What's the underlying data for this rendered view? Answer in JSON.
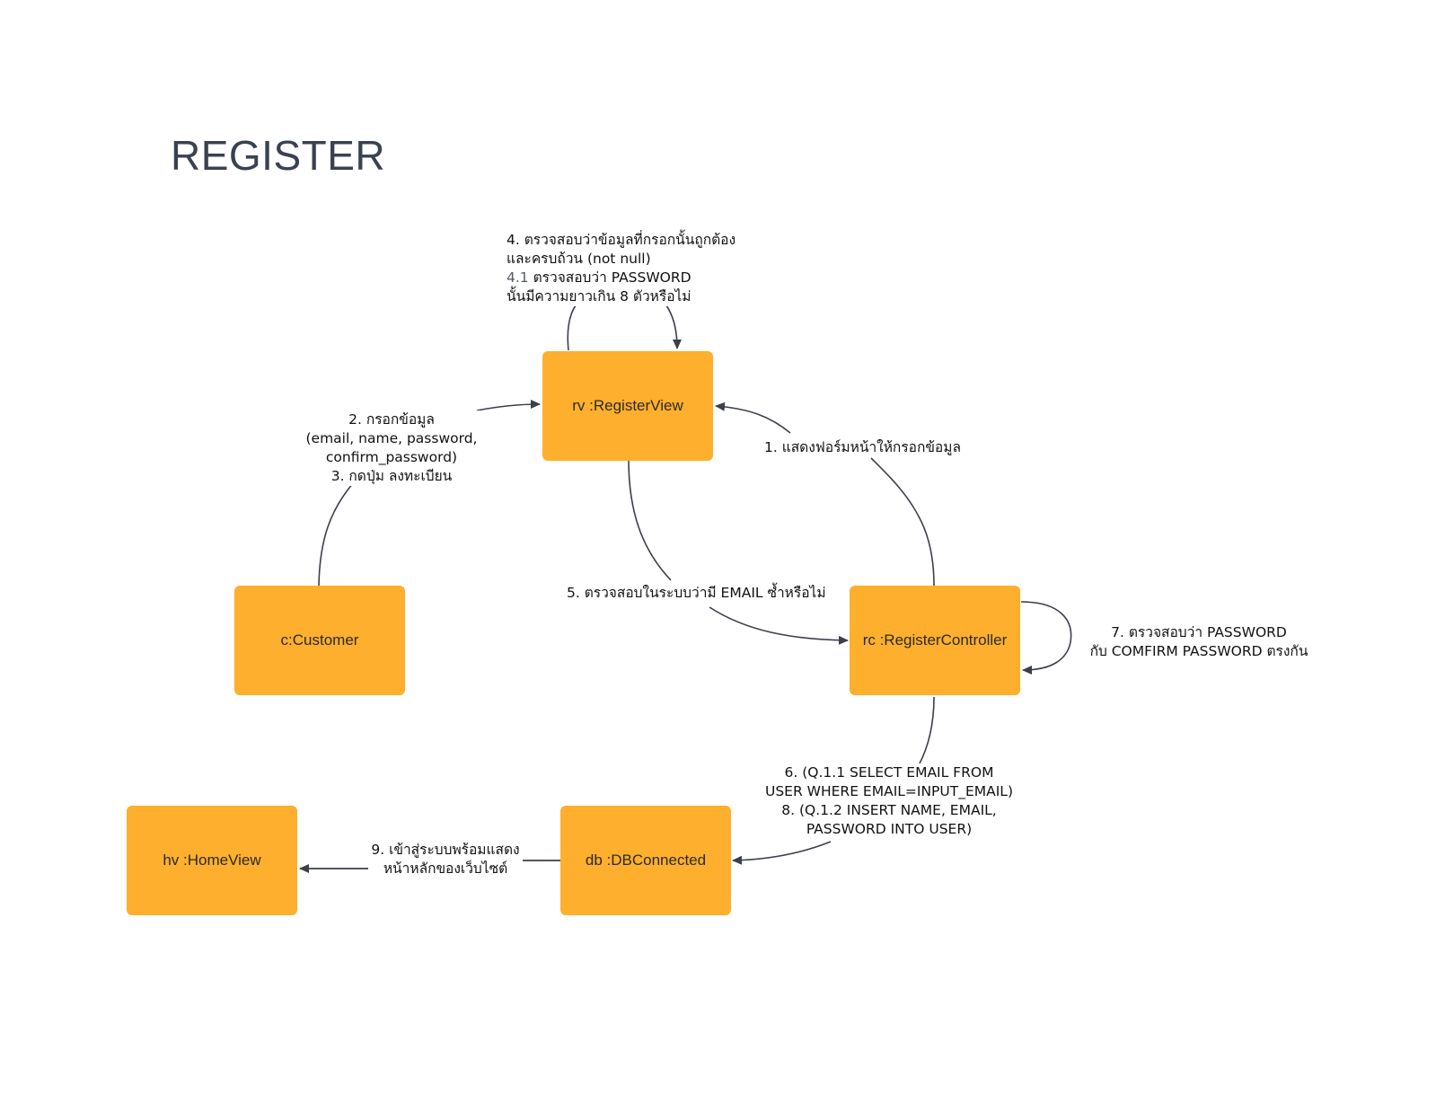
{
  "title": "REGISTER",
  "nodes": {
    "register_view": "rv :RegisterView",
    "customer": "c:Customer",
    "register_controller": "rc :RegisterController",
    "db_connected": "db :DBConnected",
    "home_view": "hv :HomeView"
  },
  "messages": {
    "m4": {
      "line1": "4. ตรวจสอบว่าข้อมูลที่กรอกนั้นถูกต้อง",
      "line2": "และครบถ้วน (not null)",
      "line3_num": "4.1",
      "line3": "ตรวจสอบว่า PASSWORD",
      "line4": "นั้นมีความยาวเกิน 8 ตัวหรือไม่"
    },
    "m2": {
      "line1": "2. กรอกข้อมูล",
      "line2": "(email, name, password,",
      "line3": "confirm_password)",
      "line4": "3. กดปุ่ม ลงทะเบียน"
    },
    "m1": "1. แสดงฟอร์มหน้าให้กรอกข้อมูล",
    "m5": "5. ตรวจสอบในระบบว่ามี EMAIL ซ้ำหรือไม่",
    "m7": {
      "line1": "7. ตรวจสอบว่า PASSWORD",
      "line2": "กับ COMFIRM PASSWORD ตรงกัน"
    },
    "m6": {
      "line1": "6. (Q.1.1 SELECT EMAIL FROM",
      "line2": "USER WHERE EMAIL=INPUT_EMAIL)",
      "line3": "8. (Q.1.2 INSERT NAME, EMAIL,",
      "line4": "PASSWORD INTO USER)"
    },
    "m9": {
      "line1": "9. เข้าสู่ระบบพร้อมแสดง",
      "line2": "หน้าหลักของเว็บไซต์"
    }
  },
  "colors": {
    "node_fill": "#fdaf2d",
    "line": "#3a3f4a",
    "title": "#3a4150"
  }
}
